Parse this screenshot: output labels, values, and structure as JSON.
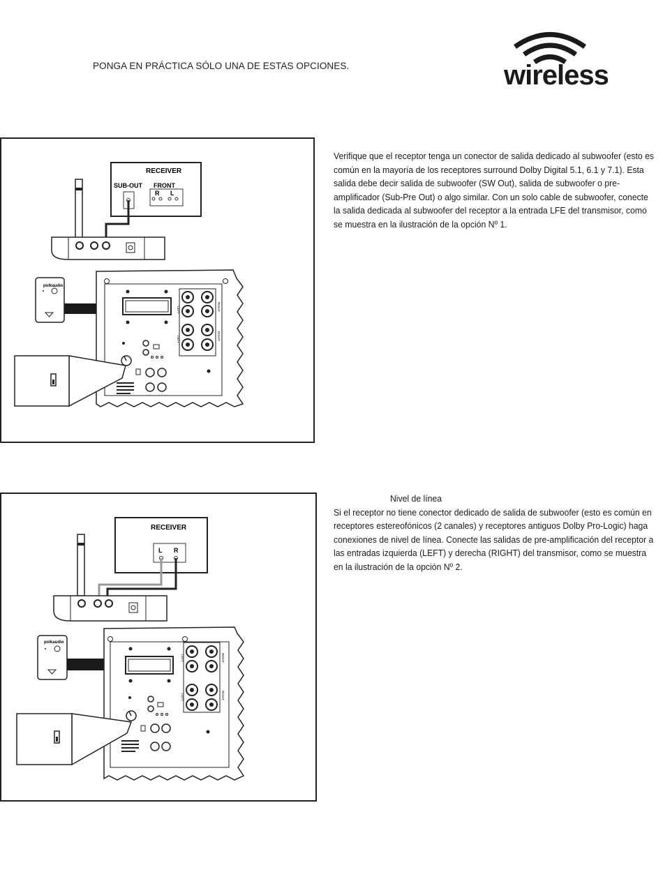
{
  "header": {
    "intro": "PONGA EN PRÁCTICA SÓLO UNA DE ESTAS OPCIONES.",
    "logo_text": "wireless"
  },
  "option1": {
    "paragraph": "Verifique que el receptor tenga un conector de salida dedicado al subwoofer (esto es común en la mayoría de los receptores surround Dolby Digital 5.1, 6.1 y 7.1). Esta salida debe decir salida de subwoofer (SW Out), salida de subwoofer o pre-amplificador (Sub-Pre Out) o algo similar. Con un solo cable de subwoofer, conecte la salida dedicada al subwoofer del receptor a la entrada LFE del transmisor, como se muestra en la ilustración de la opción Nº 1.",
    "diagram": {
      "receiver_label": "RECEIVER",
      "sub_out_label": "SUB-OUT",
      "front_label": "FRONT",
      "r_label": "R",
      "l_label": "L",
      "brand": "polkaudio",
      "left_label": "LEFT",
      "right_label": "RIGHT"
    }
  },
  "option2": {
    "heading": "Nivel de línea",
    "paragraph": "Si el receptor no tiene conector dedicado de salida de subwoofer (esto es común en receptores estereofónicos (2 canales) y receptores antiguos Dolby Pro-Logic) haga conexiones de nivel de línea. Conecte las salidas de pre-amplificación del receptor a las entradas izquierda (LEFT) y derecha (RIGHT) del transmisor, como se muestra en la ilustración de la opción Nº 2.",
    "diagram": {
      "receiver_label": "RECEIVER",
      "l_label": "L",
      "r_label": "R",
      "brand": "polkaudio",
      "left_label": "LEFT",
      "right_label": "RIGHT"
    }
  }
}
